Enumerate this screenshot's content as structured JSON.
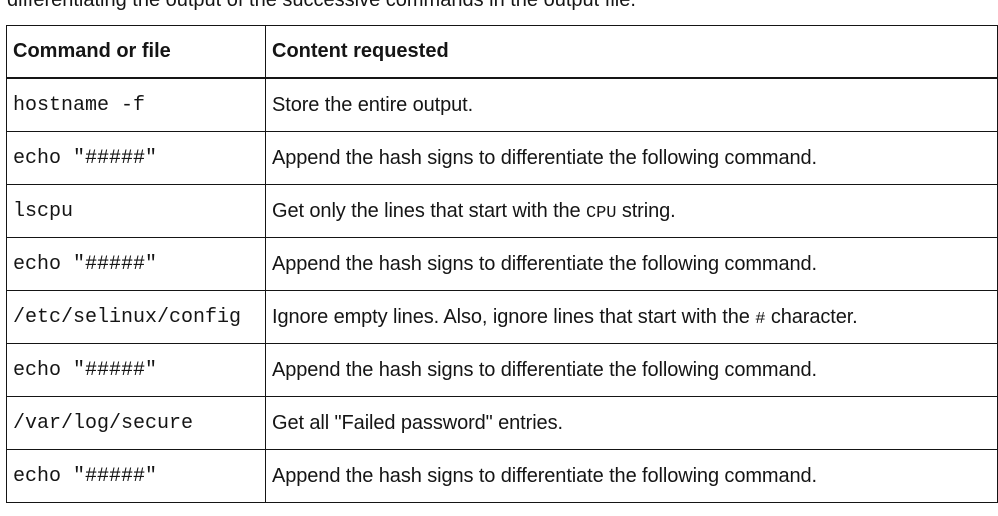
{
  "intro_text": "differentiating the output of the successive commands in the output file.",
  "table": {
    "headers": {
      "command": "Command or file",
      "content": "Content requested"
    },
    "rows": [
      {
        "command": "hostname -f",
        "content_before": "Store the entire output.",
        "code": "",
        "content_after": ""
      },
      {
        "command": "echo \"#####\"",
        "content_before": "Append the hash signs to differentiate the following command.",
        "code": "",
        "content_after": ""
      },
      {
        "command": "lscpu",
        "content_before": "Get only the lines that start with the ",
        "code": "CPU",
        "content_after": " string."
      },
      {
        "command": "echo \"#####\"",
        "content_before": "Append the hash signs to differentiate the following command.",
        "code": "",
        "content_after": ""
      },
      {
        "command": "/etc/selinux/config",
        "content_before": "Ignore empty lines. Also, ignore lines that start with the ",
        "code": "#",
        "content_after": " character."
      },
      {
        "command": "echo \"#####\"",
        "content_before": "Append the hash signs to differentiate the following command.",
        "code": "",
        "content_after": ""
      },
      {
        "command": "/var/log/secure",
        "content_before": "Get all \"Failed password\" entries.",
        "code": "",
        "content_after": ""
      },
      {
        "command": "echo \"#####\"",
        "content_before": "Append the hash signs to differentiate the following command.",
        "code": "",
        "content_after": ""
      }
    ]
  }
}
